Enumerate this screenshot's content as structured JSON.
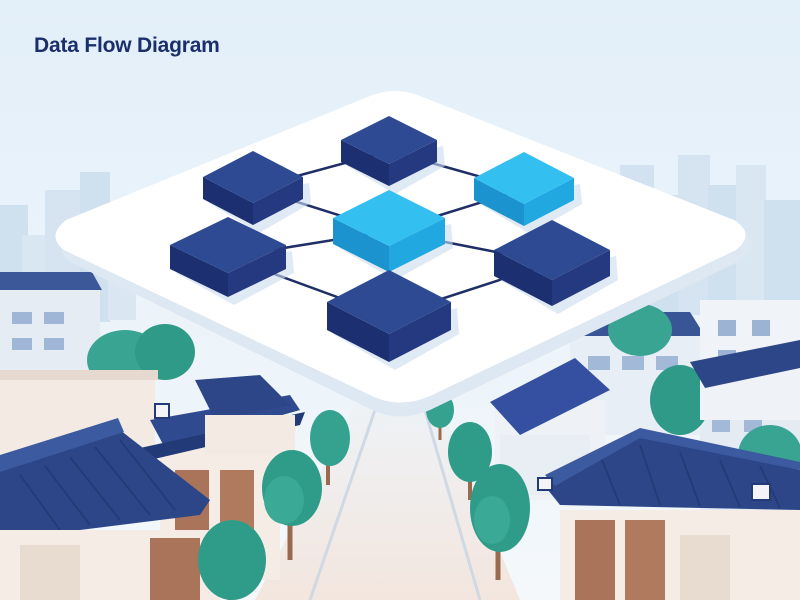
{
  "title": "Data Flow Diagram",
  "colors": {
    "title": "#1b2f6b",
    "sky_top": "#e6f1fa",
    "sky_bottom": "#f3f7fb",
    "platform": "#ffffff",
    "platform_edge": "#dde8f3",
    "node_dark_top": "#2e4a93",
    "node_dark_left": "#1c2f70",
    "node_dark_right": "#24397f",
    "node_light_top": "#33bff0",
    "node_light_left": "#1a93cf",
    "node_light_right": "#22a8e0",
    "connector": "#1f2f66",
    "roof": "#2d4688",
    "tree": "#2f9c8a",
    "trunk": "#9a6a4f",
    "wall": "#f5ece4",
    "wood": "#a9745a"
  },
  "diagram": {
    "nodes": [
      {
        "id": "n1",
        "style": "dark"
      },
      {
        "id": "n2",
        "style": "dark"
      },
      {
        "id": "n3",
        "style": "light"
      },
      {
        "id": "n4",
        "style": "light"
      },
      {
        "id": "n5",
        "style": "dark"
      },
      {
        "id": "n6",
        "style": "dark"
      },
      {
        "id": "n7",
        "style": "dark"
      }
    ],
    "edges": [
      [
        "n1",
        "n2"
      ],
      [
        "n1",
        "n4"
      ],
      [
        "n2",
        "n3"
      ],
      [
        "n4",
        "n3"
      ],
      [
        "n5",
        "n4"
      ],
      [
        "n4",
        "n6"
      ],
      [
        "n5",
        "n7"
      ],
      [
        "n6",
        "n7"
      ]
    ]
  }
}
